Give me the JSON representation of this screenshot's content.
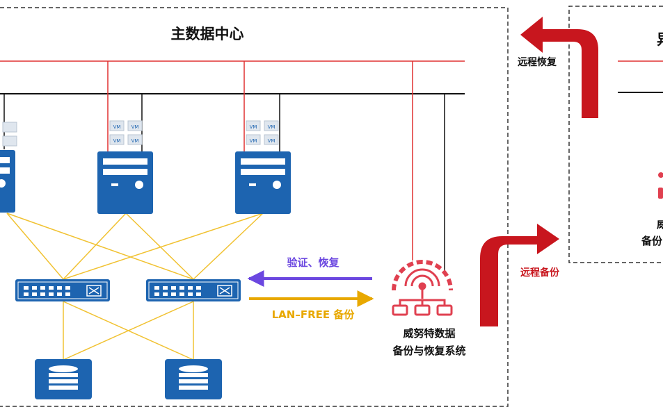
{
  "main_dc": {
    "title": "主数据中心",
    "verify_restore_label": "验证、恢复",
    "lan_free_label": "LAN–FREE 备份",
    "system_name_line1": "威努特数据",
    "system_name_line2": "备份与恢复系统",
    "vm_label": "VM"
  },
  "remote": {
    "restore_label": "远程恢复",
    "backup_label": "远程备份",
    "title_partial": "异",
    "system_partial_line1": "威",
    "system_partial_line2": "备份"
  },
  "colors": {
    "red_line": "#e03030",
    "black_line": "#111111",
    "server_blue": "#1d64b0",
    "fc_yellow": "#f1c232",
    "arrow_purple": "#6b47e0",
    "arrow_yellow": "#e8a800",
    "remote_red": "#c8161e",
    "system_icon_red": "#e04050"
  }
}
